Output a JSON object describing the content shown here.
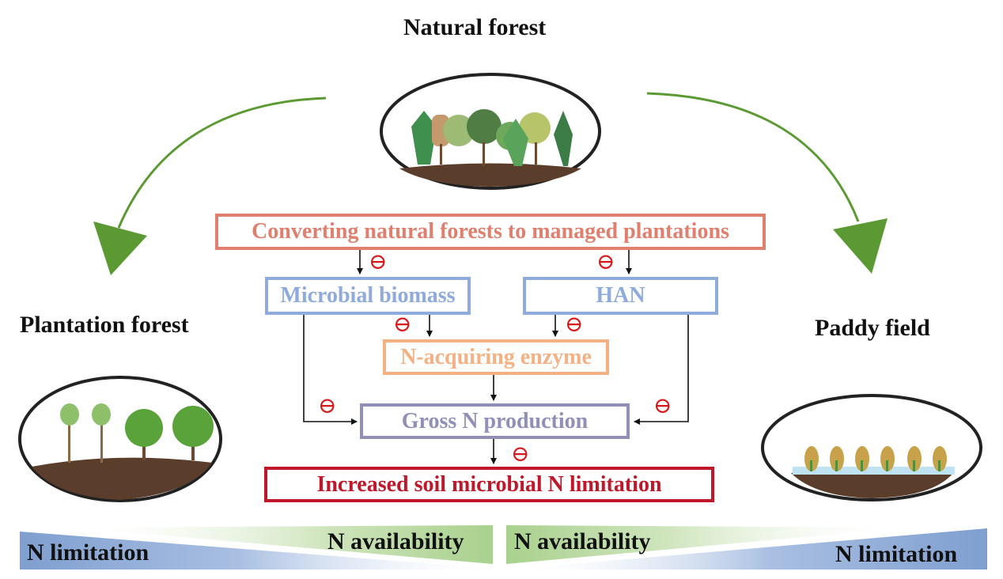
{
  "title": "Natural forest",
  "left_site": {
    "label": "Plantation forest"
  },
  "right_site": {
    "label": "Paddy field"
  },
  "boxes": {
    "conversion": {
      "text": "Converting natural forests to managed plantations",
      "color": "#e07f6e"
    },
    "microbial_biomass": {
      "text": "Microbial biomass",
      "color": "#8faadc"
    },
    "han": {
      "text": "HAN",
      "color": "#8faadc"
    },
    "n_enzyme": {
      "text": "N-acquiring enzyme",
      "color": "#f4b183"
    },
    "gross_n": {
      "text": "Gross N production",
      "color": "#8f8fb8"
    },
    "outcome": {
      "text": "Increased soil microbial N limitation",
      "color": "#c0182a"
    }
  },
  "negative_symbol": "⊖",
  "gradient_bar": {
    "left_limitation": "N limitation",
    "left_availability": "N availability",
    "right_availability": "N availability",
    "right_limitation": "N limitation"
  },
  "colors": {
    "arrow_green": "#5b9a32",
    "blue_gradient": "#7f9fd0",
    "green_gradient": "#a9d18e",
    "negative_red": "#d7191c"
  }
}
